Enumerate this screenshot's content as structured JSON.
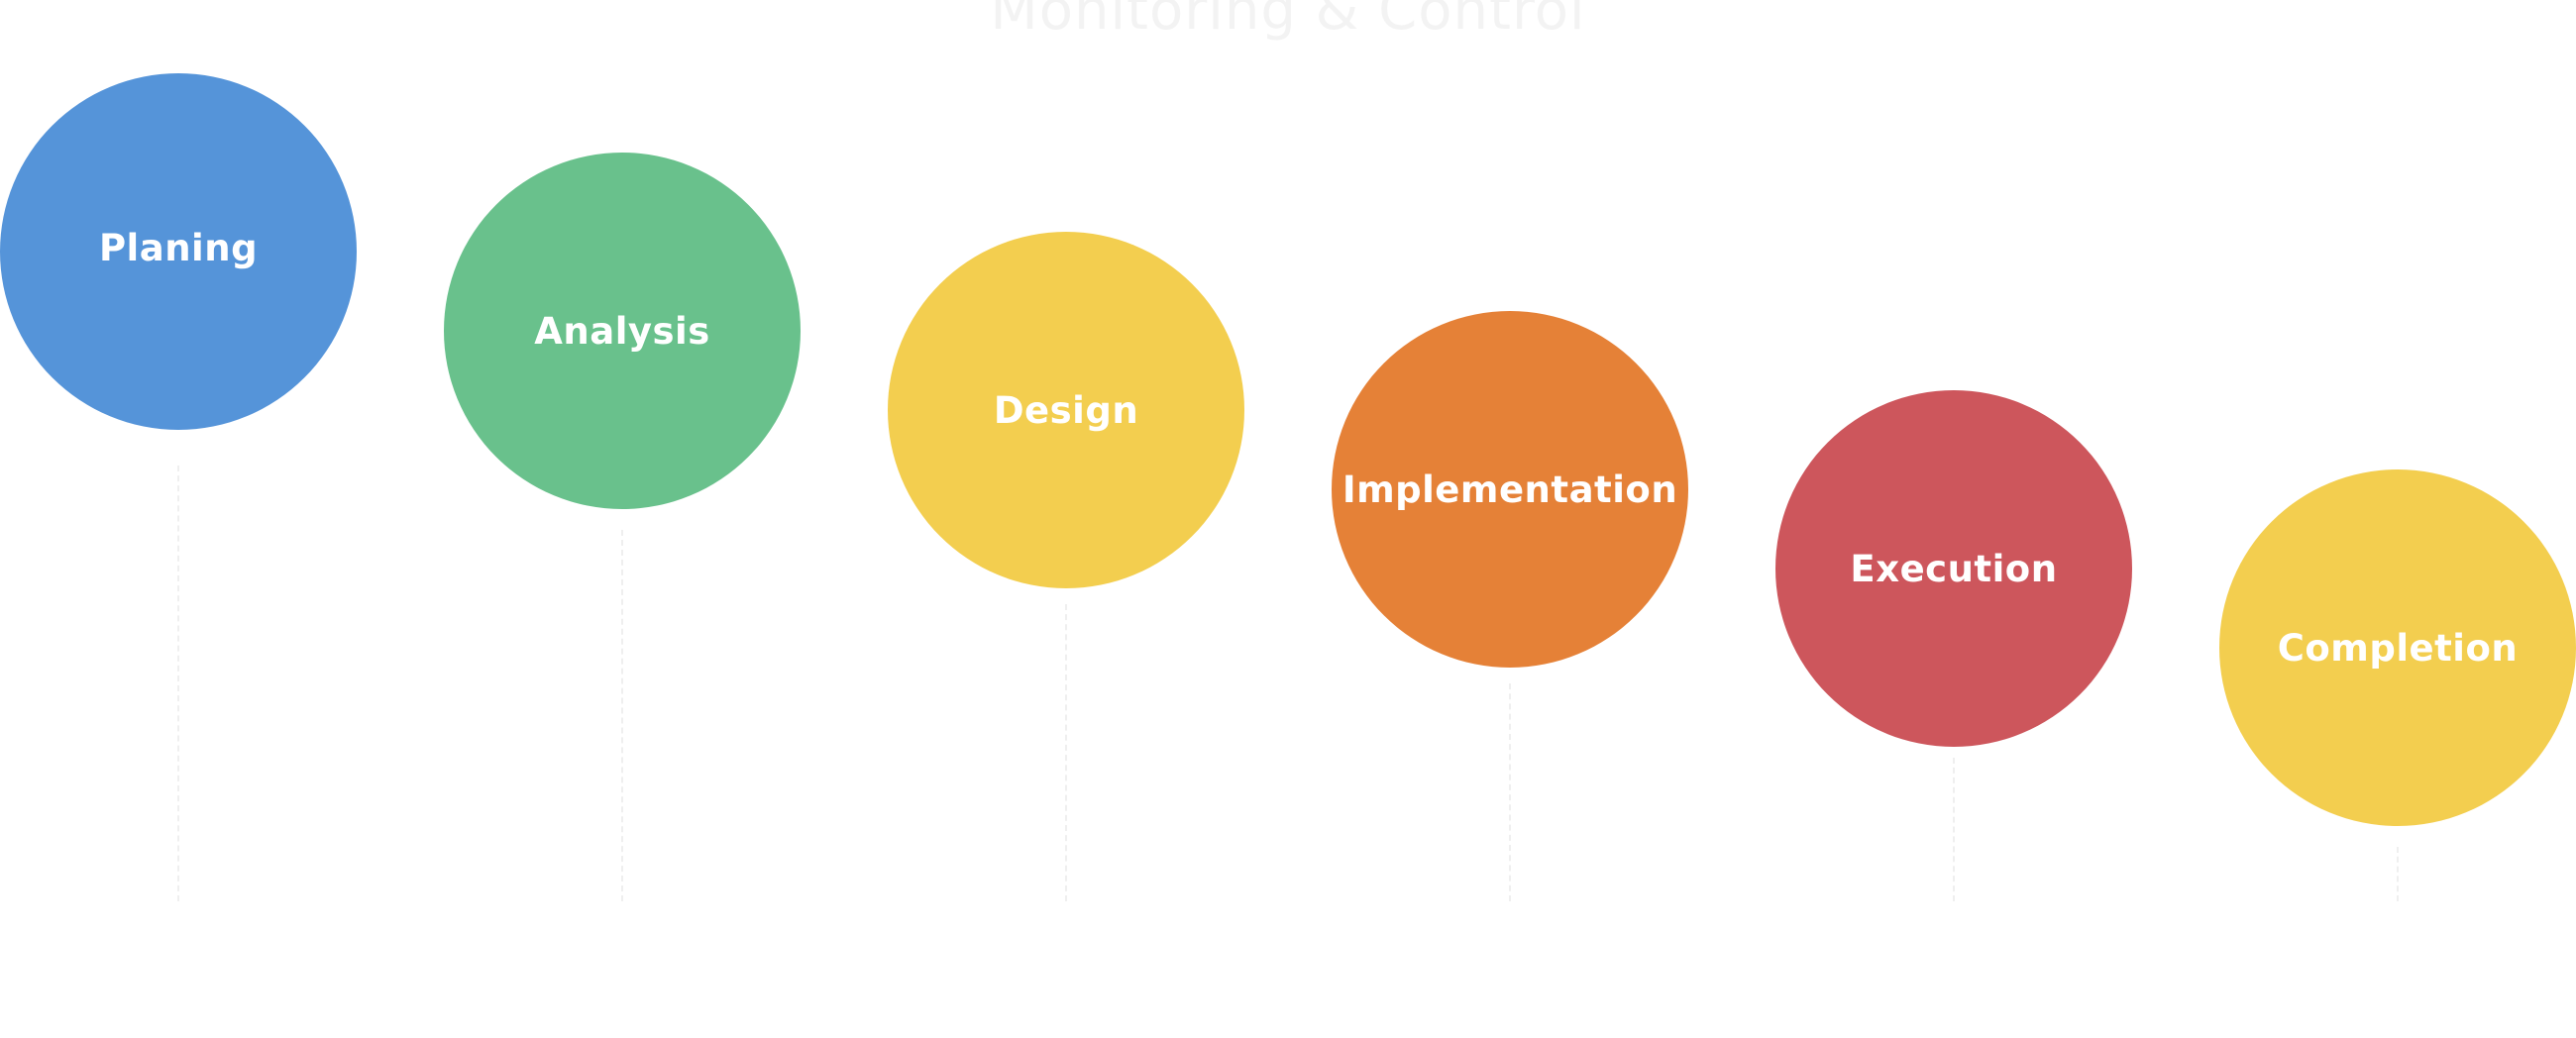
{
  "diagram": {
    "title": "Monitoring & Control",
    "stages": [
      {
        "label": "Planing",
        "color": "#5594d9"
      },
      {
        "label": "Analysis",
        "color": "#69c18c"
      },
      {
        "label": "Design",
        "color": "#f3ce4f"
      },
      {
        "label": "Implementation",
        "color": "#e58137"
      },
      {
        "label": "Execution",
        "color": "#cd565c"
      },
      {
        "label": "Completion",
        "color": "#f3ce4f"
      }
    ]
  }
}
